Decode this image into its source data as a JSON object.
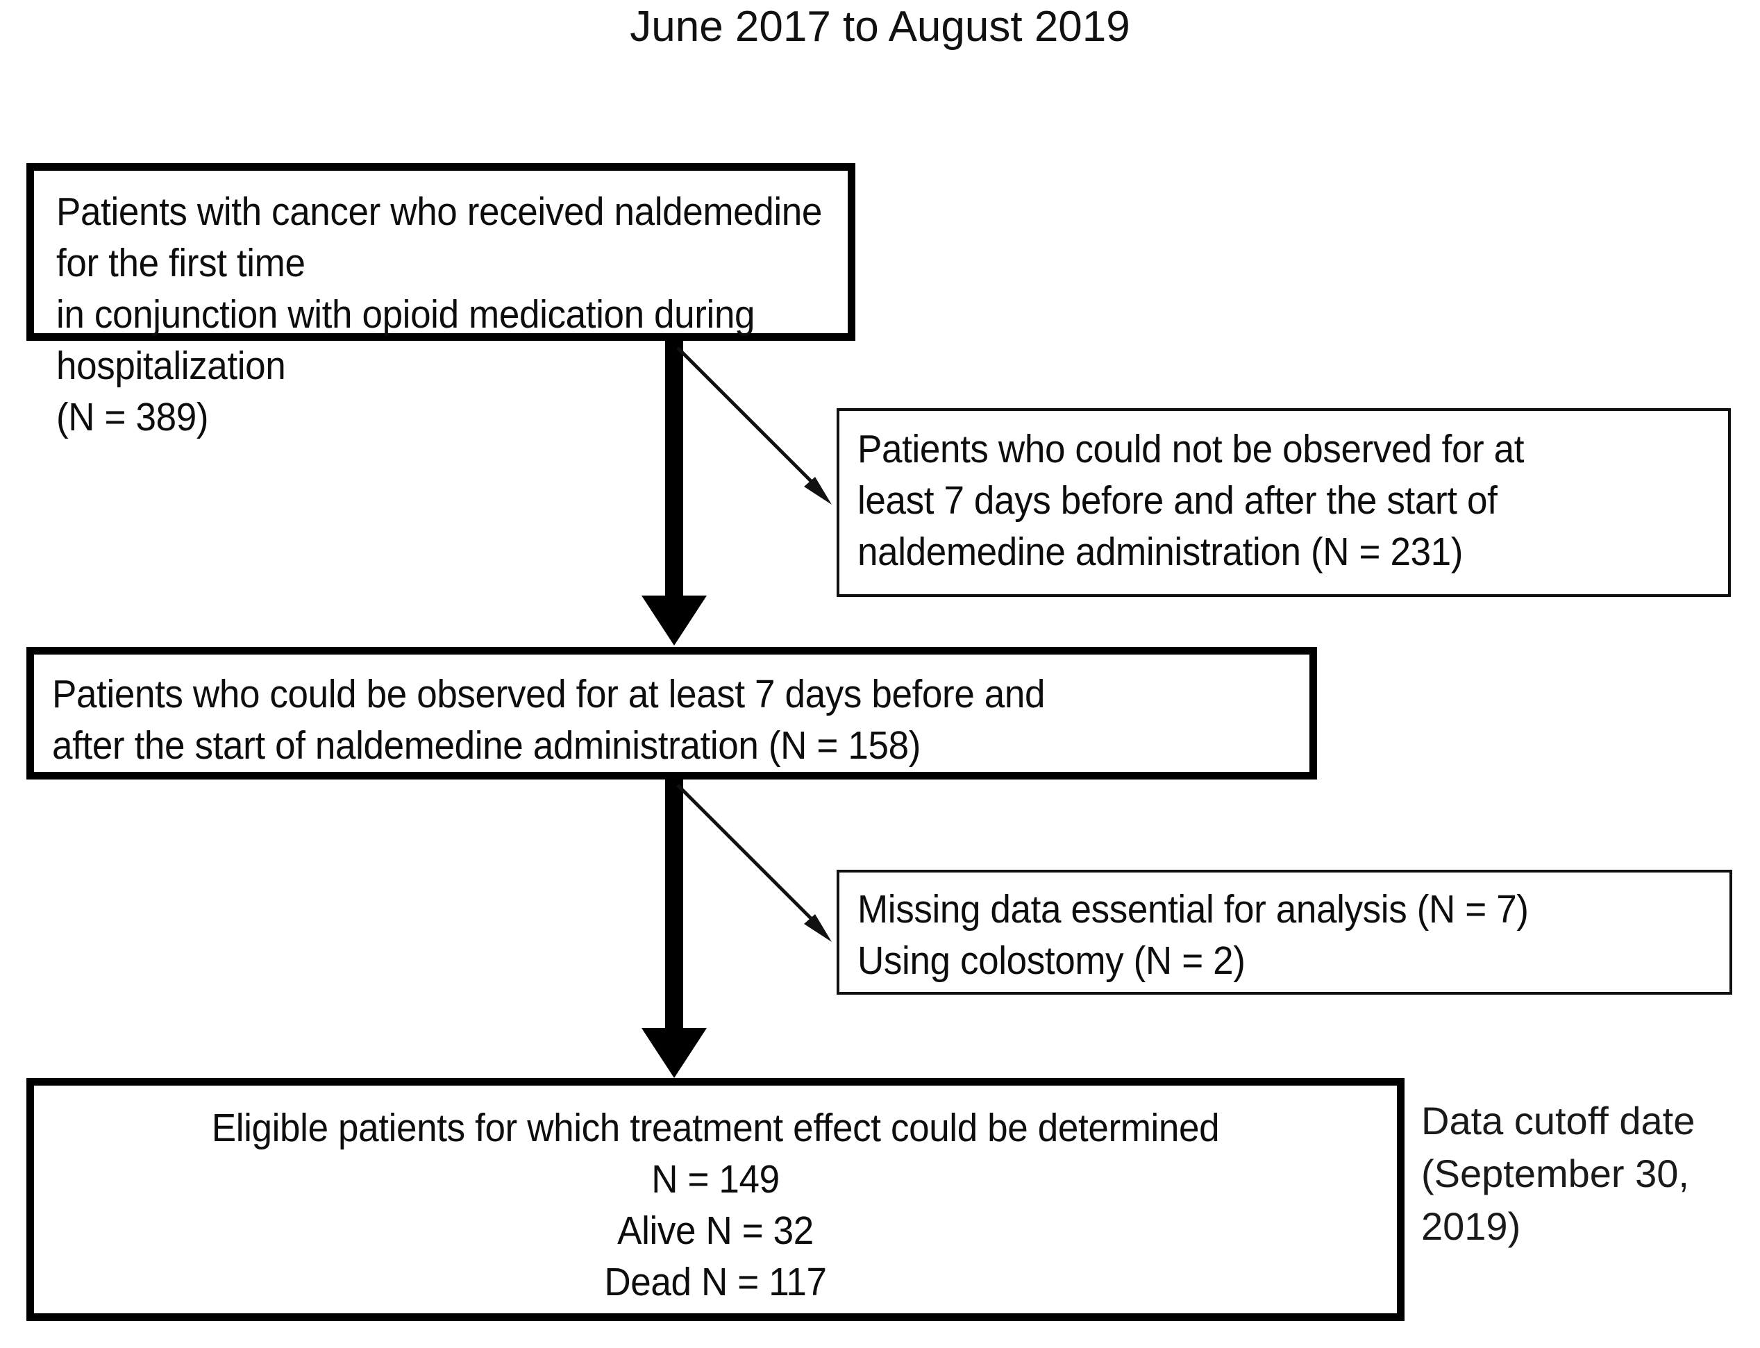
{
  "header": {
    "title": "June 2017 to August 2019"
  },
  "flow": {
    "boxes": [
      {
        "id": "enrollment-box",
        "name": "box-enrollment",
        "style": "thick",
        "align": "left",
        "text": "Patients with cancer who received naldemedine for the first time\nin conjunction with opioid medication during hospitalization\n(N = 389)",
        "n_label": "N = 389",
        "n_value": 389
      },
      {
        "id": "observed-box",
        "name": "box-observed",
        "style": "thick",
        "align": "left",
        "text": "Patients who could be observed for at least 7 days before and\nafter the start of naldemedine administration (N = 158)",
        "n_label": "N = 158",
        "n_value": 158
      },
      {
        "id": "eligible-box",
        "name": "box-eligible",
        "style": "thick",
        "align": "center",
        "text": "Eligible patients for which treatment effect could be determined\nN = 149\nAlive N = 32\nDead N = 117",
        "n_label": "N = 149",
        "n_value": 149,
        "alive_label": "Alive N = 32",
        "alive_value": 32,
        "dead_label": "Dead N = 117",
        "dead_value": 117
      }
    ],
    "exclusions": [
      {
        "id": "exclusion-box-1",
        "name": "box-exclusion-observation",
        "style": "thin",
        "text": "Patients who could not be observed for at\nleast 7 days before and after the start of\nnaldemedine administration (N = 231)",
        "n_label": "N = 231",
        "n_value": 231
      },
      {
        "id": "exclusion-box-2",
        "name": "box-exclusion-data",
        "style": "thin",
        "text": "Missing data essential for analysis (N = 7)\nUsing colostomy (N = 2)",
        "missing_value": 7,
        "colostomy_value": 2
      }
    ]
  },
  "side_note": {
    "text": "Data cutoff date\n(September 30,\n2019)"
  },
  "colors": {
    "ink": "#000000",
    "paper": "#ffffff",
    "thin_border": "#111111"
  }
}
